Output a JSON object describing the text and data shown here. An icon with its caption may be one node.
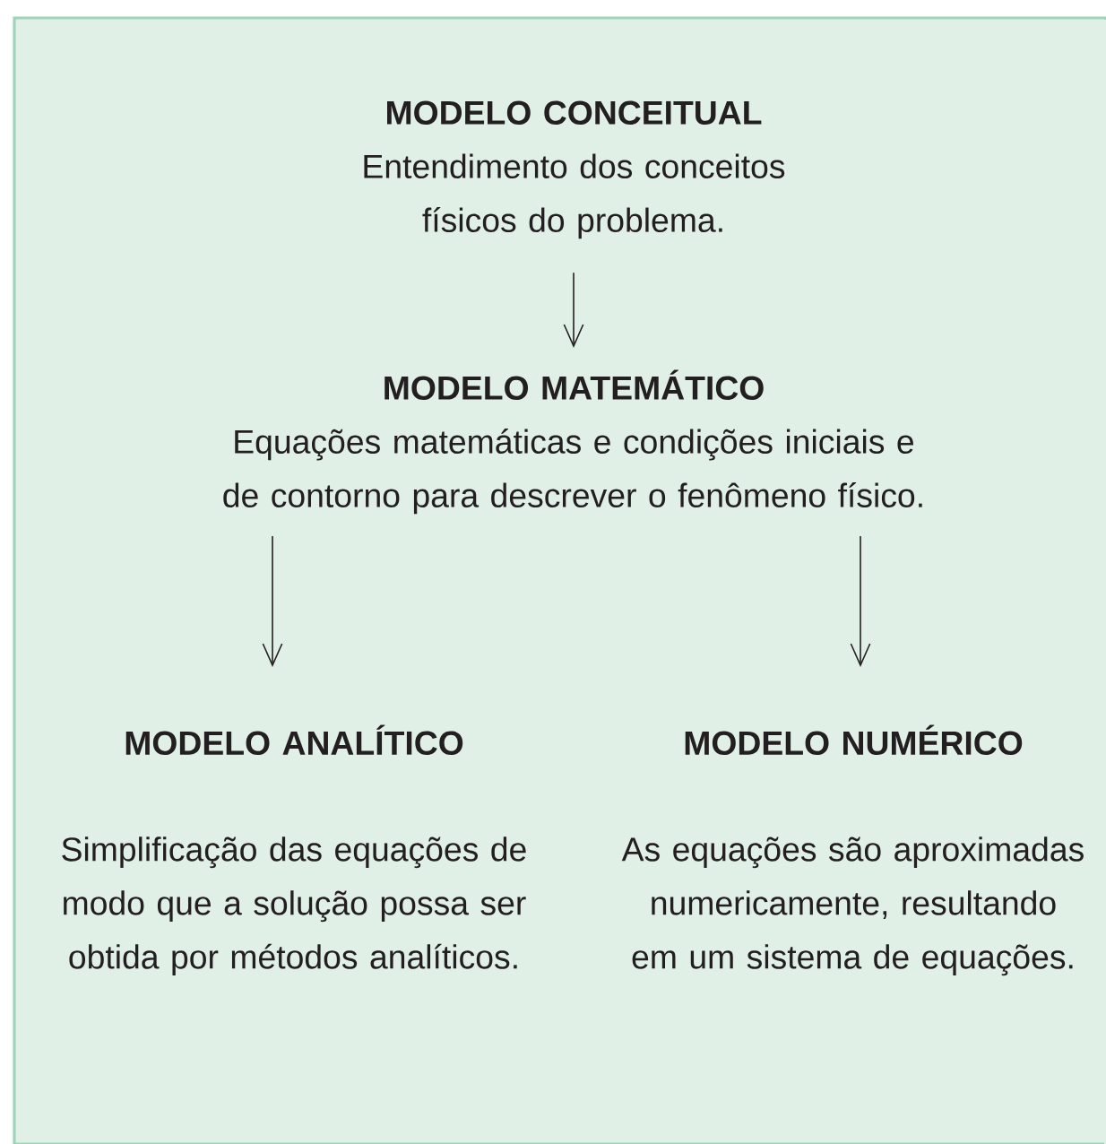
{
  "diagram": {
    "nodes": [
      {
        "text": [
          "MODELO CONCEITUAL",
          "Entendimento dos conceitos físicos do problema."
        ]
      },
      {
        "text": [
          "MODELO MATEMÁTICO",
          "Equações matemáticas e condições iniciais e de contorno para descrever o fenômeno físico."
        ]
      },
      {
        "text": [
          "MODELO ANALÍTICO",
          "Simplificação das equações de modo que a solução possa ser obtida por métodos analíticos."
        ]
      },
      {
        "text": [
          "MODELO NUMÉRICO",
          "As equações são aproximadas numericamente, resultando em um sistema de equações."
        ]
      }
    ],
    "edges": [
      {
        "from": 0,
        "to": 1,
        "arrow": "to"
      },
      {
        "from": 1,
        "to": 2,
        "arrow": "to"
      },
      {
        "from": 1,
        "to": 3,
        "arrow": "to"
      }
    ]
  }
}
